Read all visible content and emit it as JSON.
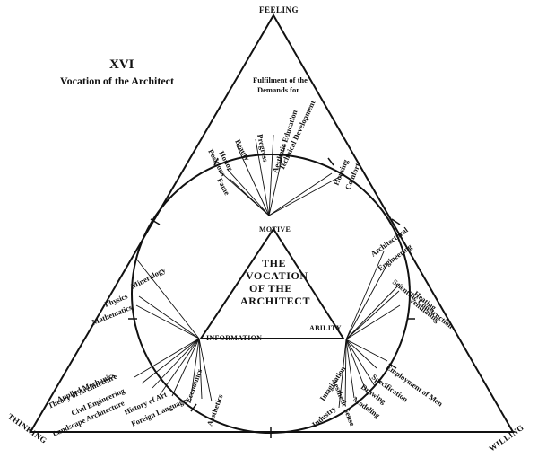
{
  "title": {
    "number": "XVI",
    "text": "Vocation of the Architect"
  },
  "vertices": {
    "top": "FEELING",
    "left": "THINKING",
    "right": "WILLING"
  },
  "top_note": {
    "line1": "Fulfilment of the",
    "line2": "Demands for"
  },
  "nodes": {
    "motive": "MOTIVE",
    "information": "INFORMATION",
    "ability": "ABILITY"
  },
  "center": {
    "line1": "THE",
    "line2": "VOCATION",
    "line3": "OF THE",
    "line4": "ARCHITECT"
  },
  "motive_labels": [
    {
      "text": "Positions"
    },
    {
      "text": "Honor"
    },
    {
      "text": "Fame"
    },
    {
      "text": "Beauty"
    },
    {
      "text": "Progress"
    },
    {
      "text": "Aesthetic Education"
    },
    {
      "text": "Technical Development"
    },
    {
      "text": "Housing"
    },
    {
      "text": "Comfort"
    }
  ],
  "information_labels": [
    {
      "text": "Mineralogy"
    },
    {
      "text": "Physics"
    },
    {
      "text": "Mathematics"
    },
    {
      "text": "Applied Mechanics"
    },
    {
      "text": "Theory of Architecture"
    },
    {
      "text": "Civil Engineering"
    },
    {
      "text": "Landscape Architecture"
    },
    {
      "text": "History of Art"
    },
    {
      "text": "Foreign Languages"
    },
    {
      "text": "Economics"
    },
    {
      "text": "Aesthetics"
    }
  ],
  "ability_labels": [
    {
      "text": "Architectural"
    },
    {
      "text": "Engineering"
    },
    {
      "text": "Scientific Construction"
    },
    {
      "text": "Heating"
    },
    {
      "text": "Ventilating"
    },
    {
      "text": "Employment of Men"
    },
    {
      "text": "Specification"
    },
    {
      "text": "Drawing"
    },
    {
      "text": "Modeling"
    },
    {
      "text": "Aesthetic Sense"
    },
    {
      "text": "Imagination"
    },
    {
      "text": "Industry"
    }
  ]
}
